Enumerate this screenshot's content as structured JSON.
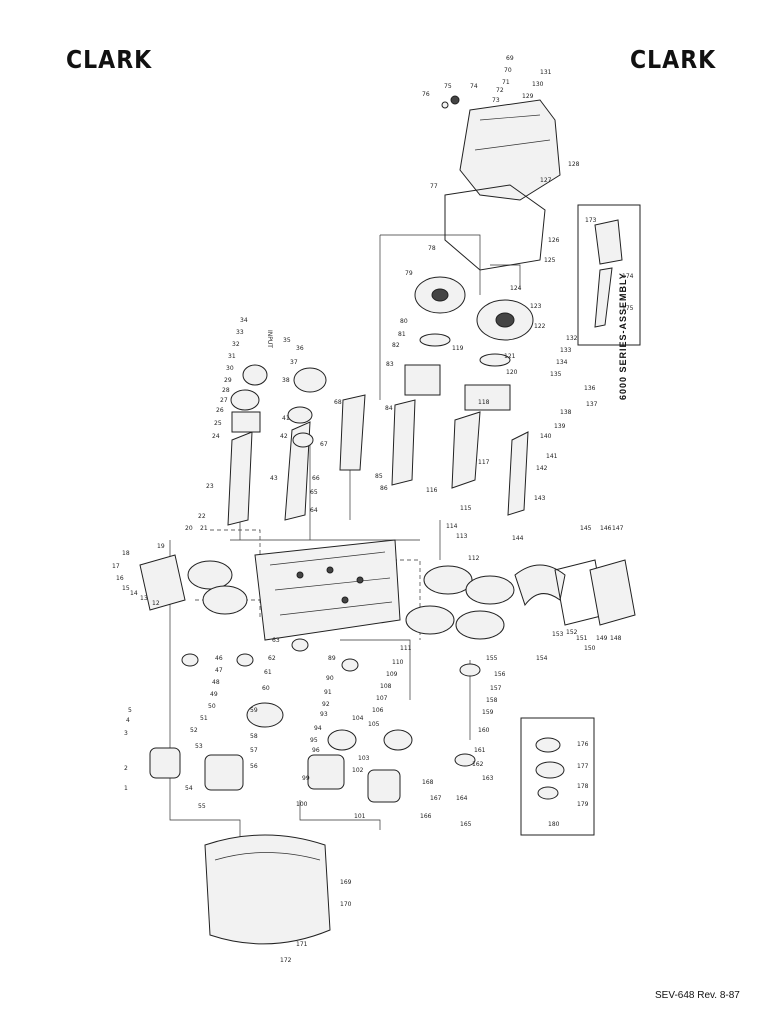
{
  "header": {
    "logo_left": "CLARK",
    "logo_right": "CLARK"
  },
  "title": "6000 SERIES-ASSEMBLY",
  "footer": "SEV-648 Rev. 8-87",
  "callouts": {
    "input": "INPUT",
    "c1": "1",
    "c2": "2",
    "c3": "3",
    "c4": "4",
    "c5": "5",
    "c12": "12",
    "c13": "13",
    "c14": "14",
    "c15": "15",
    "c16": "16",
    "c17": "17",
    "c18": "18",
    "c19": "19",
    "c20": "20",
    "c21": "21",
    "c22": "22",
    "c23": "23",
    "c24": "24",
    "c25": "25",
    "c26": "26",
    "c27": "27",
    "c28": "28",
    "c29": "29",
    "c30": "30",
    "c31": "31",
    "c32": "32",
    "c33": "33",
    "c34": "34",
    "c35": "35",
    "c36": "36",
    "c37": "37",
    "c38": "38",
    "c41": "41",
    "c42": "42",
    "c43": "43",
    "c46": "46",
    "c47": "47",
    "c48": "48",
    "c49": "49",
    "c50": "50",
    "c51": "51",
    "c52": "52",
    "c53": "53",
    "c54": "54",
    "c55": "55",
    "c56": "56",
    "c57": "57",
    "c58": "58",
    "c59": "59",
    "c60": "60",
    "c61": "61",
    "c62": "62",
    "c63": "63",
    "c64": "64",
    "c65": "65",
    "c66": "66",
    "c67": "67",
    "c68": "68",
    "c69": "69",
    "c70": "70",
    "c71": "71",
    "c72": "72",
    "c73": "73",
    "c74": "74",
    "c75": "75",
    "c76": "76",
    "c77": "77",
    "c78": "78",
    "c79": "79",
    "c80": "80",
    "c81": "81",
    "c82": "82",
    "c83": "83",
    "c84": "84",
    "c85": "85",
    "c86": "86",
    "c89": "89",
    "c90": "90",
    "c91": "91",
    "c92": "92",
    "c93": "93",
    "c94": "94",
    "c95": "95",
    "c96": "96",
    "c99": "99",
    "c100": "100",
    "c101": "101",
    "c102": "102",
    "c103": "103",
    "c104": "104",
    "c105": "105",
    "c106": "106",
    "c107": "107",
    "c108": "108",
    "c109": "109",
    "c110": "110",
    "c111": "111",
    "c112": "112",
    "c113": "113",
    "c114": "114",
    "c115": "115",
    "c116": "116",
    "c117": "117",
    "c118": "118",
    "c119": "119",
    "c120": "120",
    "c121": "121",
    "c122": "122",
    "c123": "123",
    "c124": "124",
    "c125": "125",
    "c126": "126",
    "c127": "127",
    "c128": "128",
    "c129": "129",
    "c130": "130",
    "c131": "131",
    "c132": "132",
    "c133": "133",
    "c134": "134",
    "c135": "135",
    "c136": "136",
    "c137": "137",
    "c138": "138",
    "c139": "139",
    "c140": "140",
    "c141": "141",
    "c142": "142",
    "c143": "143",
    "c144": "144",
    "c145": "145",
    "c146": "146",
    "c147": "147",
    "c148": "148",
    "c149": "149",
    "c150": "150",
    "c151": "151",
    "c152": "152",
    "c153": "153",
    "c154": "154",
    "c155": "155",
    "c156": "156",
    "c157": "157",
    "c158": "158",
    "c159": "159",
    "c160": "160",
    "c161": "161",
    "c162": "162",
    "c163": "163",
    "c164": "164",
    "c165": "165",
    "c166": "166",
    "c167": "167",
    "c168": "168",
    "c169": "169",
    "c170": "170",
    "c171": "171",
    "c172": "172",
    "c173": "173",
    "c174": "174",
    "c175": "175",
    "c176": "176",
    "c177": "177",
    "c178": "178",
    "c179": "179",
    "c180": "180"
  }
}
